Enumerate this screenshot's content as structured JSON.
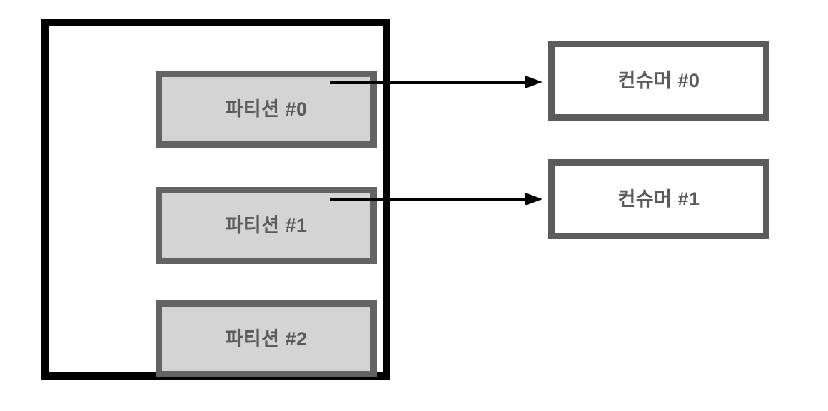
{
  "diagram": {
    "title": "Kafka partition to consumer assignment",
    "background_color": "#ffffff",
    "container": {
      "name": "topic-container",
      "border_color": "#000000",
      "fill_color": "#ffffff",
      "label": ""
    },
    "partitions": [
      {
        "label": "파티션 #0",
        "fill_color": "#d4d4d4",
        "border_color": "#636363",
        "text_color": "#5b5b5b"
      },
      {
        "label": "파티션 #1",
        "fill_color": "#d4d4d4",
        "border_color": "#636363",
        "text_color": "#5b5b5b"
      },
      {
        "label": "파티션 #2",
        "fill_color": "#d4d4d4",
        "border_color": "#636363",
        "text_color": "#5b5b5b"
      }
    ],
    "consumers": [
      {
        "label": "컨슈머 #0",
        "fill_color": "#ffffff",
        "border_color": "#5c5c5c",
        "text_color": "#5b5b5b"
      },
      {
        "label": "컨슈머 #1",
        "fill_color": "#ffffff",
        "border_color": "#5c5c5c",
        "text_color": "#5b5b5b"
      }
    ],
    "connections": [
      {
        "from": "파티션 #0",
        "to": "컨슈머 #0",
        "color": "#000000",
        "style": "solid-arrow"
      },
      {
        "from": "파티션 #1",
        "to": "컨슈머 #1",
        "color": "#000000",
        "style": "solid-arrow"
      }
    ]
  }
}
